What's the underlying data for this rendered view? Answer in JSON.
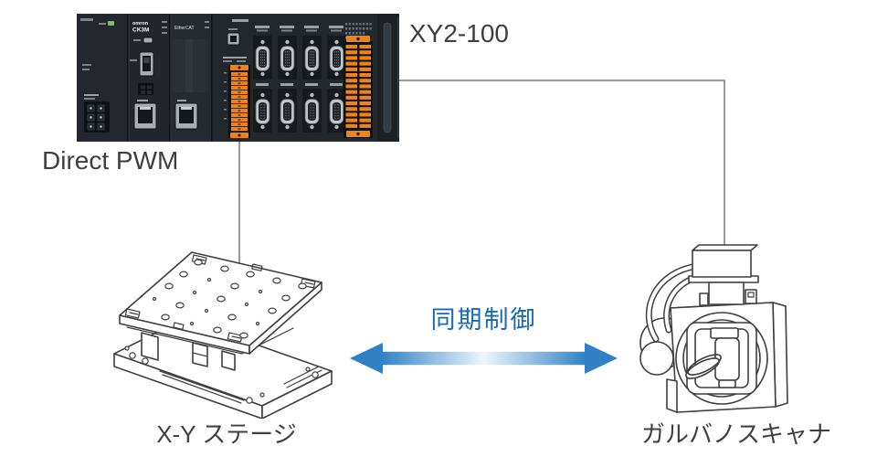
{
  "labels": {
    "xy2_100": "XY2-100",
    "direct_pwm": "Direct PWM",
    "sync_control": "同期制御",
    "xy_stage": "X-Y ステージ",
    "galvano_scanner": "ガルバノスキャナ"
  },
  "controller": {
    "brand": "omron",
    "model": "CK3M",
    "bus_label": "EtherCAT"
  },
  "colors": {
    "arrow-blue": "#2f80c5",
    "arrow-fade": "#eef6fc",
    "sync-text-blue": "#1769b5",
    "label-text": "#3f3f3f",
    "wire-gray": "#7a7a7a",
    "rack-dark": "#22262b",
    "terminal-orange": "#ee8418",
    "led-green": "#7cc15a",
    "line-art": "#3f3f3f"
  }
}
